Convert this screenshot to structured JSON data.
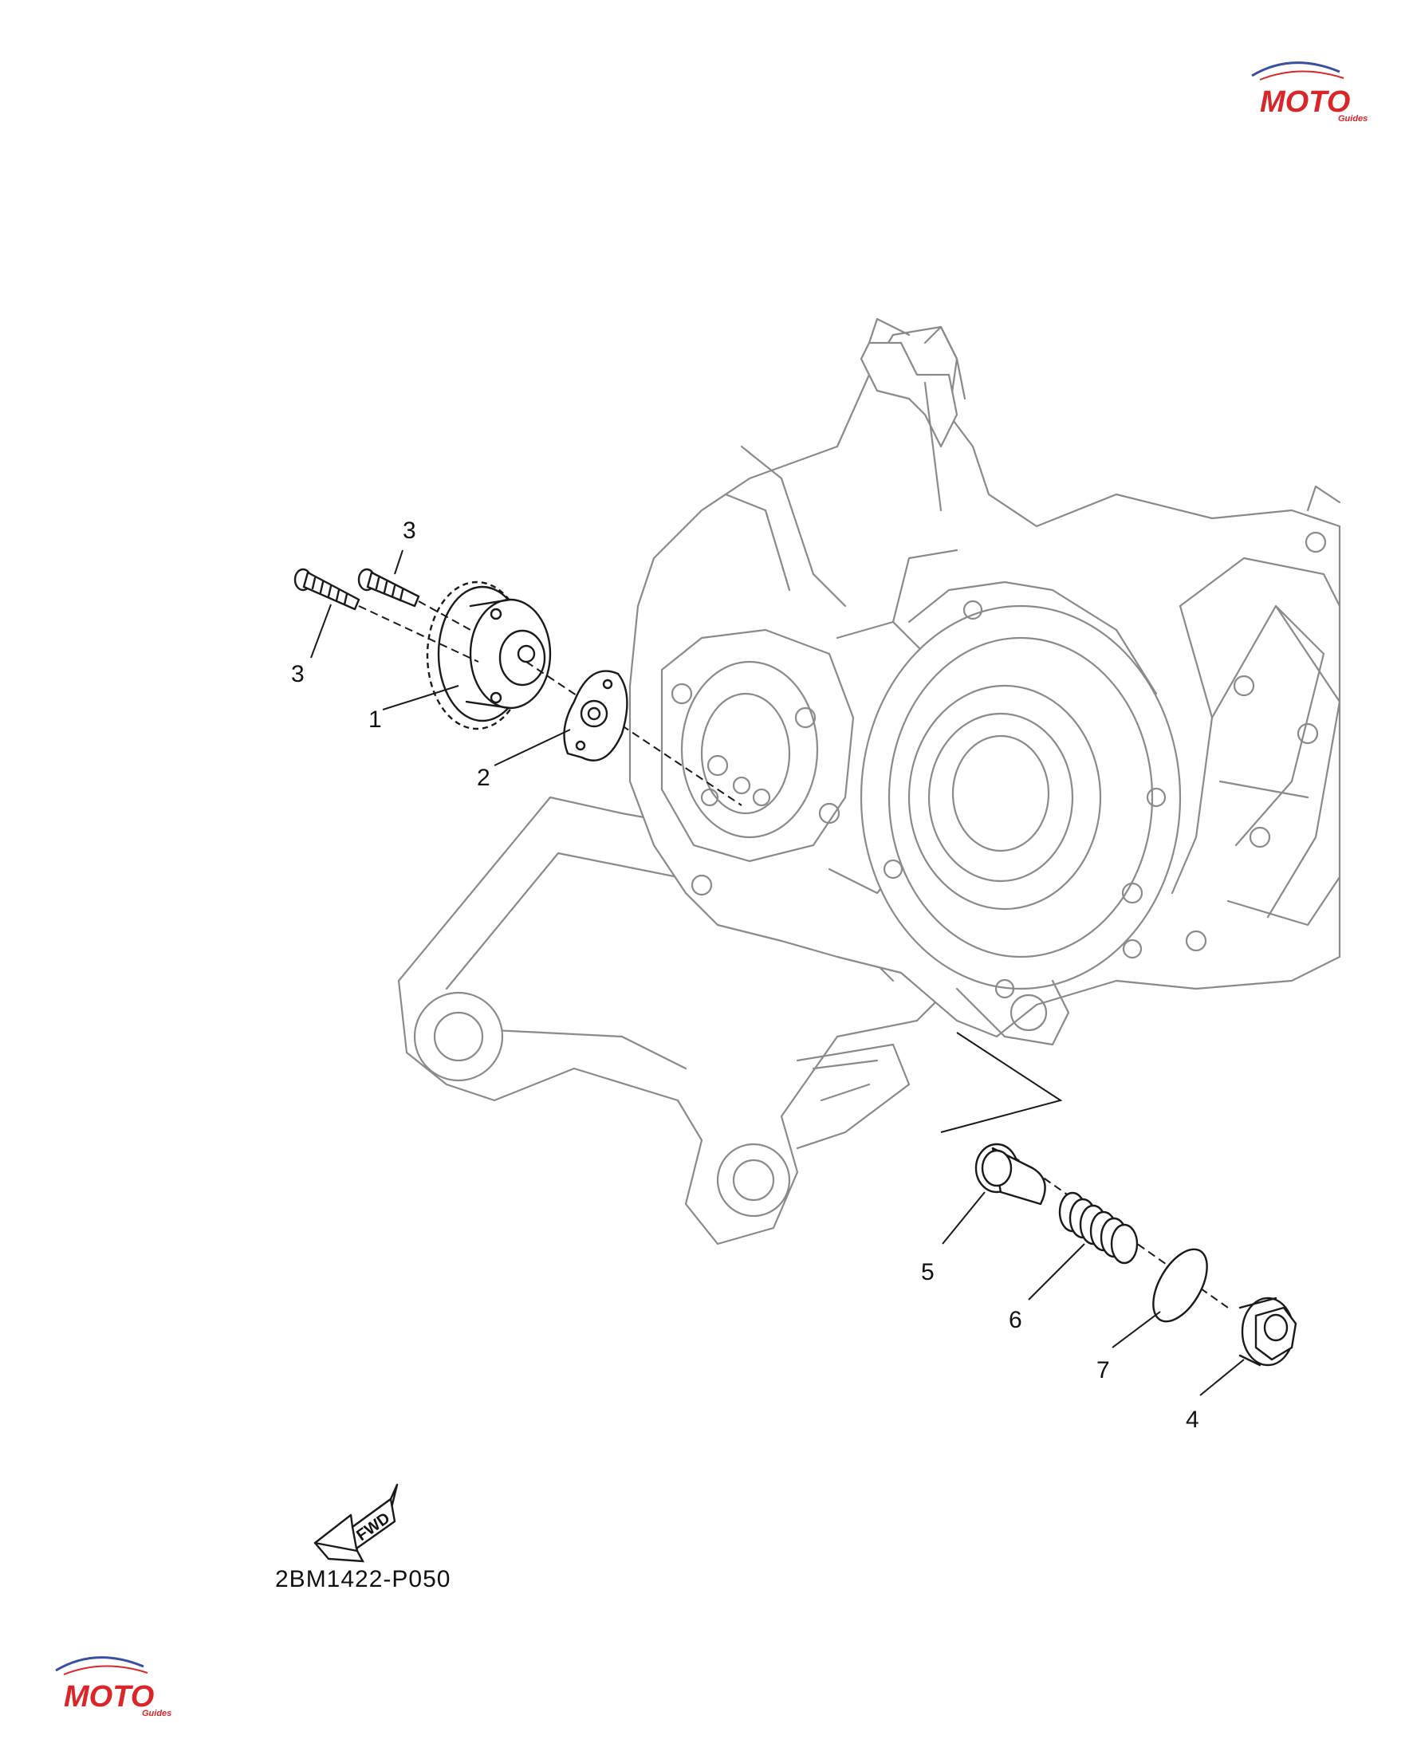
{
  "diagram": {
    "reference_code": "2BM1422-P050",
    "direction_arrow_label": "FWD",
    "watermark": {
      "main": "MOTO",
      "sub": "Guides"
    },
    "callouts": [
      {
        "id": "c1",
        "label": "1"
      },
      {
        "id": "c2",
        "label": "2"
      },
      {
        "id": "c3a",
        "label": "3"
      },
      {
        "id": "c3b",
        "label": "3"
      },
      {
        "id": "c4",
        "label": "4"
      },
      {
        "id": "c5",
        "label": "5"
      },
      {
        "id": "c6",
        "label": "6"
      },
      {
        "id": "c7",
        "label": "7"
      }
    ],
    "colors": {
      "part_outline": "#1a1a1a",
      "housing_outline": "#8a8a8a",
      "watermark_red": "#d9262b",
      "watermark_blue": "#3b4fa0"
    }
  }
}
